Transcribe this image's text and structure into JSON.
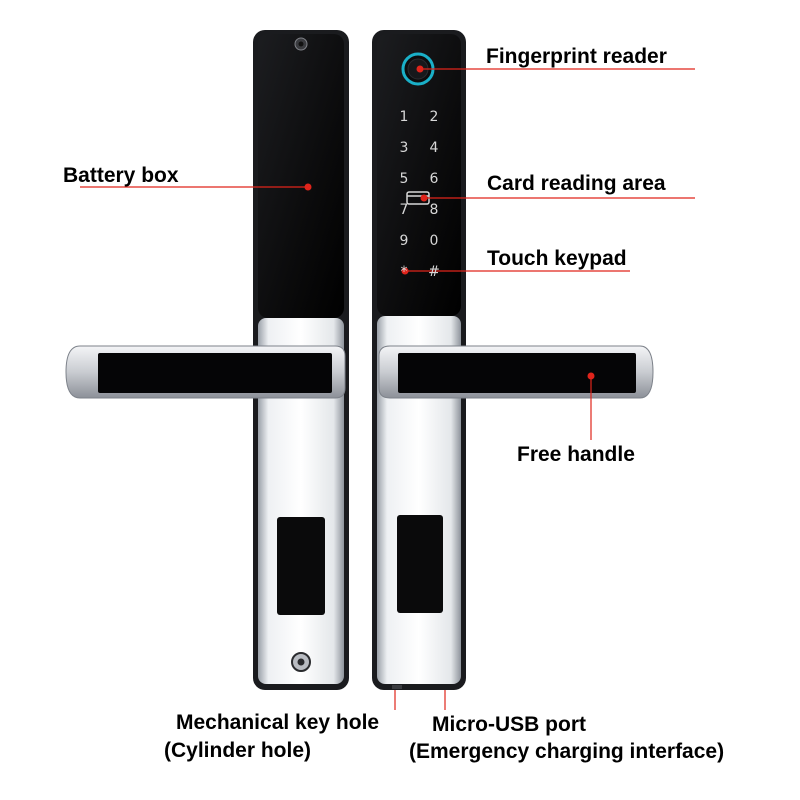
{
  "colors": {
    "panel_black": "#0c0c0d",
    "chrome": "#e9ebee",
    "pointer": "#e0241b",
    "ring": "#1ab0c8"
  },
  "labels": {
    "fingerprint_reader": "Fingerprint reader",
    "battery_box": "Battery box",
    "card_reading_area": "Card reading area",
    "touch_keypad": "Touch keypad",
    "free_handle": "Free handle",
    "mechanical_key_hole": "Mechanical key hole",
    "cylinder_hole": "(Cylinder hole)",
    "micro_usb_port": "Micro-USB port",
    "emergency_charging": "(Emergency charging interface)"
  },
  "keypad": {
    "keys": [
      "1",
      "2",
      "3",
      "4",
      "5",
      "6",
      "7",
      "8",
      "9",
      "0",
      "*",
      "#"
    ]
  }
}
